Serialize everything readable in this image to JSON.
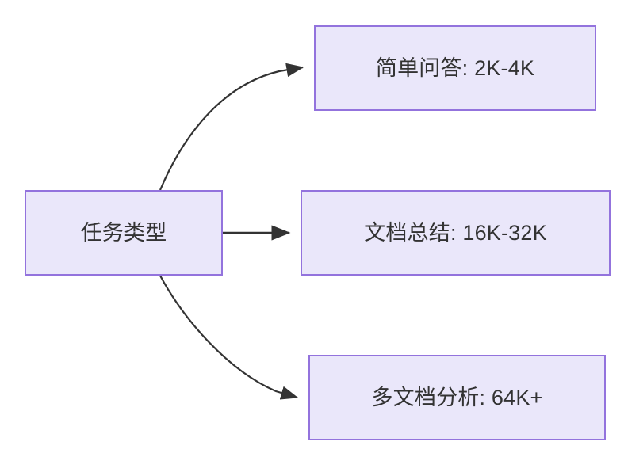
{
  "diagram": {
    "type": "flowchart",
    "direction": "left-to-right",
    "background": "#ffffff",
    "node_fill": "#EAE7FA",
    "node_border": "#9373DD",
    "text_color": "#333333",
    "edge_color": "#333333",
    "root": {
      "id": "root",
      "label": "任务类型"
    },
    "branches": [
      {
        "id": "simple-qa",
        "label": "简单问答: 2K-4K",
        "task": "简单问答",
        "context_length": "2K-4K",
        "edge_style": "curved"
      },
      {
        "id": "doc-summary",
        "label": "文档总结: 16K-32K",
        "task": "文档总结",
        "context_length": "16K-32K",
        "edge_style": "straight"
      },
      {
        "id": "multi-doc",
        "label": "多文档分析: 64K+",
        "task": "多文档分析",
        "context_length": "64K+",
        "edge_style": "curved"
      }
    ]
  }
}
